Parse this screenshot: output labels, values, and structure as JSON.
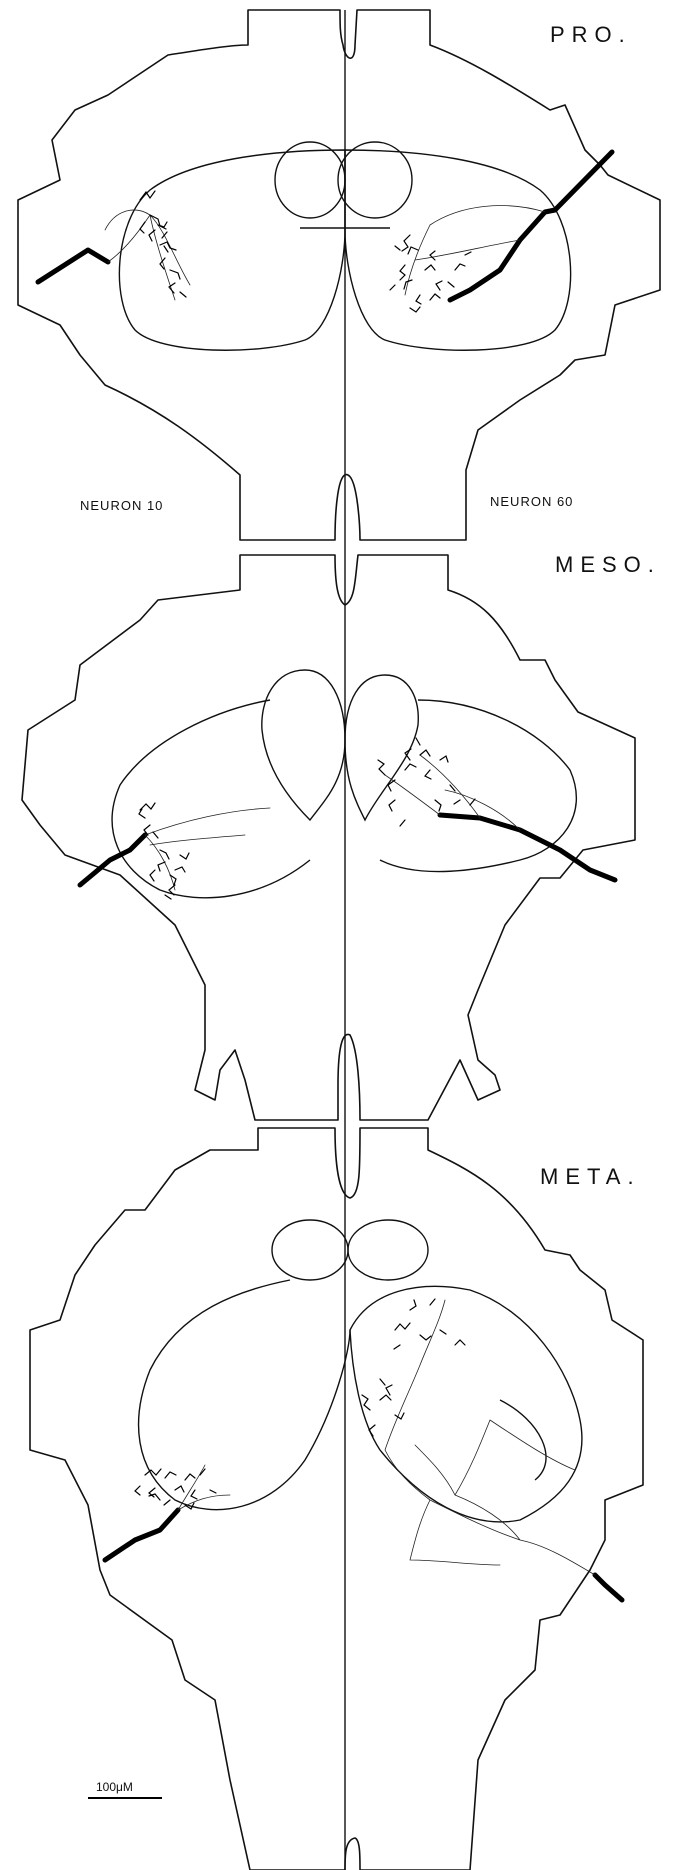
{
  "segments": {
    "pro": "PRO.",
    "meso": "MESO.",
    "meta": "META."
  },
  "neurons": {
    "left": "NEURON 10",
    "right": "NEURON 60"
  },
  "scale_bar": {
    "label": "100μM"
  }
}
